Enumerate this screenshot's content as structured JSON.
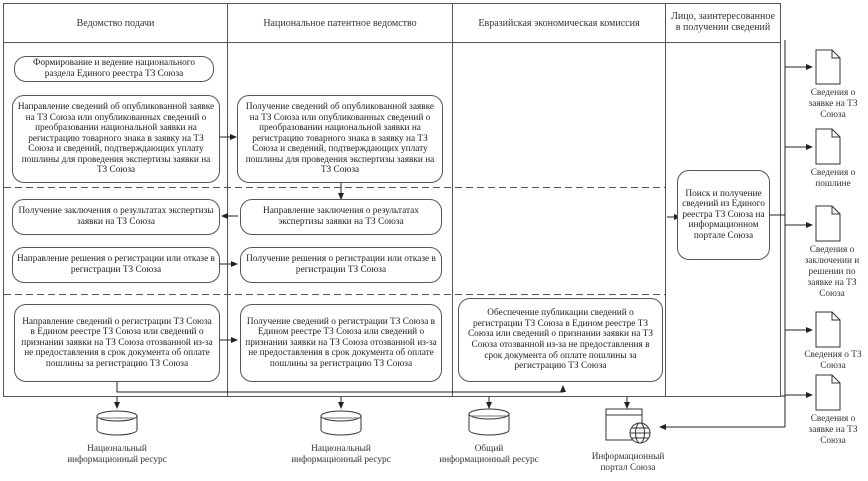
{
  "lanes": [
    {
      "title": "Ведомство подачи"
    },
    {
      "title": "Национальное патентное ведомство"
    },
    {
      "title": "Евразийская экономическая комиссия"
    },
    {
      "title": "Лицо, заинтересованное в получении сведений"
    }
  ],
  "processes": {
    "formation": "Формирование и ведение национального раздела Единого реестра ТЗ Союза",
    "send_published": "Направление сведений об опубликованной заявке на ТЗ Союза или опубликованных сведений о преобразовании национальной заявки на регистрацию товарного знака в заявку на ТЗ Союза и сведений, подтверждающих уплату пошлины для проведения экспертизы заявки на ТЗ Союза",
    "receive_published": "Получение сведений об опубликованной заявке на ТЗ Союза или опубликованных сведений о преобразовании национальной заявки на регистрацию товарного знака в заявку на ТЗ Союза и сведений, подтверждающих уплату пошлины для проведения экспертизы заявки на ТЗ Союза",
    "receive_conclusion": "Получение заключения о результатах экспертизы заявки на ТЗ Союза",
    "send_conclusion": "Направление заключения о результатах экспертизы заявки на ТЗ Союза",
    "send_decision": "Направление решения о регистрации или отказе в регистрации ТЗ Союза",
    "receive_decision": "Получение  решения о регистрации или отказе в регистрации ТЗ Союза",
    "send_registration": "Направление сведений о регистрации ТЗ Союза в Едином реестре ТЗ Союза или сведений о признании заявки на ТЗ Союза отозванной из-за не предоставления в срок документа об оплате пошлины за регистрацию ТЗ Союза",
    "receive_registration": "Получение сведений о регистрации  ТЗ Союза в Едином реестре ТЗ Союза или сведений о признании заявки на ТЗ Союза отозванной из-за не предоставления в срок документа об оплате пошлины за регистрацию ТЗ Союза",
    "publish_registration": "Обеспечение публикации сведений о регистрации  ТЗ Союза в Едином реестре ТЗ Союза или сведений о признании заявки на ТЗ Союза отозванной из-за не предоставления в срок документа об оплате пошлины за регистрацию ТЗ Союза",
    "search": "Поиск и получение сведений из Единого реестра ТЗ Союза на информационном портале Союза"
  },
  "resources": [
    {
      "label": "Национальный информационный ресурс",
      "icon": "database-icon"
    },
    {
      "label": "Национальный информационный ресурс",
      "icon": "database-icon"
    },
    {
      "label": "Общий информационный ресурс",
      "icon": "database-icon"
    },
    {
      "label": "Информационный портал Союза",
      "icon": "web-portal-icon"
    }
  ],
  "documents": [
    {
      "label": "Сведения о заявке на ТЗ Союза",
      "icon": "document-icon"
    },
    {
      "label": "Сведения о пошлине",
      "icon": "document-icon"
    },
    {
      "label": "Сведения о заключении и решении по заявке на ТЗ Союза",
      "icon": "document-icon"
    },
    {
      "label": "Сведения о ТЗ Союза",
      "icon": "document-icon"
    },
    {
      "label": "Сведения о заявке на ТЗ Союза",
      "icon": "document-icon"
    }
  ]
}
